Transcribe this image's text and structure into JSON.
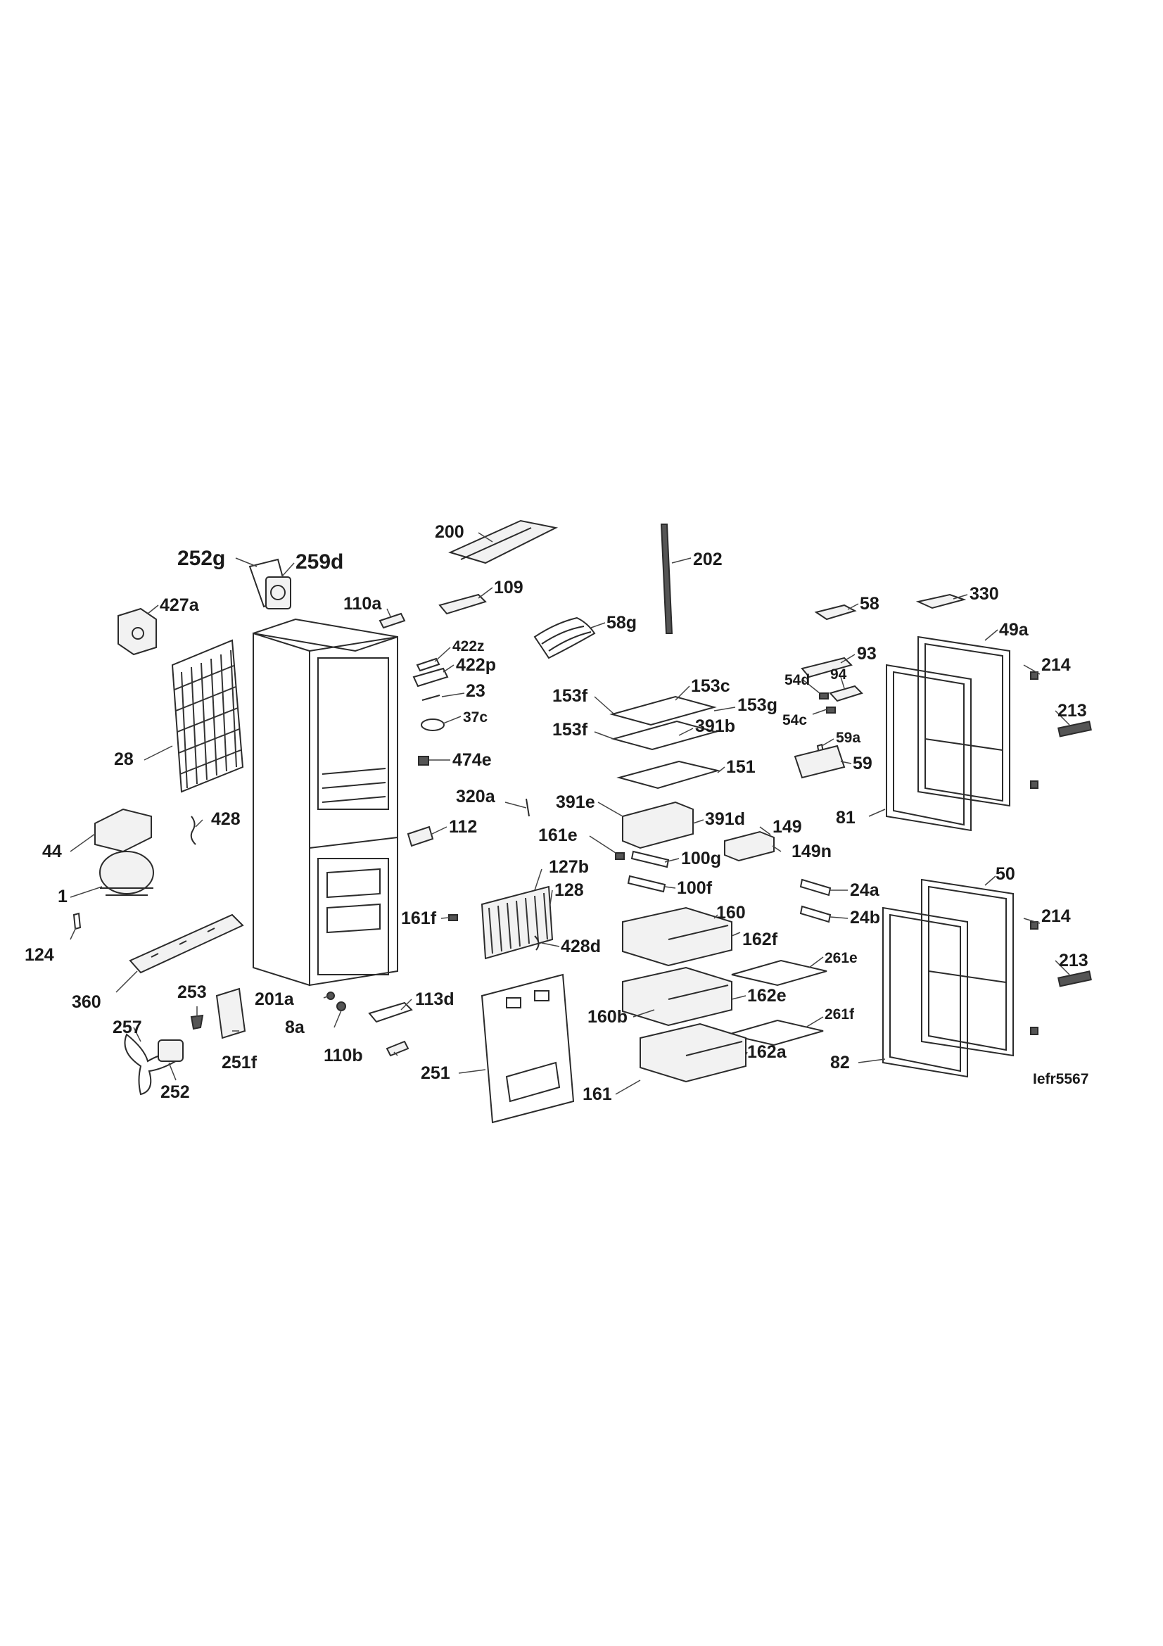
{
  "diagram": {
    "watermark": "Iefr5567",
    "parts": [
      {
        "id": "200",
        "label": "200"
      },
      {
        "id": "202",
        "label": "202"
      },
      {
        "id": "252g",
        "label": "252g"
      },
      {
        "id": "259d",
        "label": "259d"
      },
      {
        "id": "109",
        "label": "109"
      },
      {
        "id": "427a",
        "label": "427a"
      },
      {
        "id": "110a",
        "label": "110a"
      },
      {
        "id": "58g",
        "label": "58g"
      },
      {
        "id": "58",
        "label": "58"
      },
      {
        "id": "330",
        "label": "330"
      },
      {
        "id": "49a",
        "label": "49a"
      },
      {
        "id": "422z",
        "label": "422z"
      },
      {
        "id": "422p",
        "label": "422p"
      },
      {
        "id": "93",
        "label": "93"
      },
      {
        "id": "214",
        "label": "214"
      },
      {
        "id": "23",
        "label": "23"
      },
      {
        "id": "153f",
        "label": "153f"
      },
      {
        "id": "153c",
        "label": "153c"
      },
      {
        "id": "54d",
        "label": "54d"
      },
      {
        "id": "94",
        "label": "94"
      },
      {
        "id": "153g",
        "label": "153g"
      },
      {
        "id": "213",
        "label": "213"
      },
      {
        "id": "37c",
        "label": "37c"
      },
      {
        "id": "153f_2",
        "label": "153f"
      },
      {
        "id": "391b",
        "label": "391b"
      },
      {
        "id": "54c",
        "label": "54c"
      },
      {
        "id": "28",
        "label": "28"
      },
      {
        "id": "59a",
        "label": "59a"
      },
      {
        "id": "474e",
        "label": "474e"
      },
      {
        "id": "151",
        "label": "151"
      },
      {
        "id": "59",
        "label": "59"
      },
      {
        "id": "320a",
        "label": "320a"
      },
      {
        "id": "391e",
        "label": "391e"
      },
      {
        "id": "391d",
        "label": "391d"
      },
      {
        "id": "81",
        "label": "81"
      },
      {
        "id": "428",
        "label": "428"
      },
      {
        "id": "112",
        "label": "112"
      },
      {
        "id": "149",
        "label": "149"
      },
      {
        "id": "161e",
        "label": "161e"
      },
      {
        "id": "44",
        "label": "44"
      },
      {
        "id": "149n",
        "label": "149n"
      },
      {
        "id": "100g",
        "label": "100g"
      },
      {
        "id": "127b",
        "label": "127b"
      },
      {
        "id": "50",
        "label": "50"
      },
      {
        "id": "1",
        "label": "1"
      },
      {
        "id": "128",
        "label": "128"
      },
      {
        "id": "100f",
        "label": "100f"
      },
      {
        "id": "24a",
        "label": "24a"
      },
      {
        "id": "160",
        "label": "160"
      },
      {
        "id": "161f",
        "label": "161f"
      },
      {
        "id": "214_2",
        "label": "214"
      },
      {
        "id": "24b",
        "label": "24b"
      },
      {
        "id": "124",
        "label": "124"
      },
      {
        "id": "162f",
        "label": "162f"
      },
      {
        "id": "428d",
        "label": "428d"
      },
      {
        "id": "261e",
        "label": "261e"
      },
      {
        "id": "213_2",
        "label": "213"
      },
      {
        "id": "360",
        "label": "360"
      },
      {
        "id": "253",
        "label": "253"
      },
      {
        "id": "201a",
        "label": "201a"
      },
      {
        "id": "113d",
        "label": "113d"
      },
      {
        "id": "162e",
        "label": "162e"
      },
      {
        "id": "257",
        "label": "257"
      },
      {
        "id": "8a",
        "label": "8a"
      },
      {
        "id": "160b",
        "label": "160b"
      },
      {
        "id": "261f",
        "label": "261f"
      },
      {
        "id": "251f",
        "label": "251f"
      },
      {
        "id": "110b",
        "label": "110b"
      },
      {
        "id": "162a",
        "label": "162a"
      },
      {
        "id": "82",
        "label": "82"
      },
      {
        "id": "251",
        "label": "251"
      },
      {
        "id": "252",
        "label": "252"
      },
      {
        "id": "161",
        "label": "161"
      }
    ]
  }
}
